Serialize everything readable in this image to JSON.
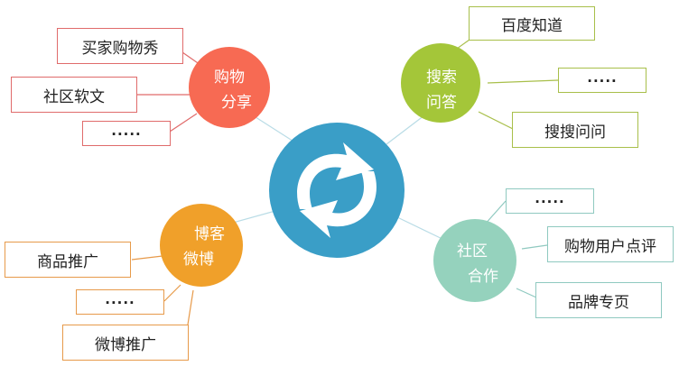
{
  "hub": {
    "icon": "refresh-arrows-icon"
  },
  "branches": {
    "shopping": {
      "line1": "购物",
      "line2": "分享",
      "color": "#f76a53",
      "items": [
        "买家购物秀",
        "社区软文",
        "....."
      ]
    },
    "search": {
      "line1": "搜索",
      "line2": "问答",
      "color": "#a4c639",
      "items": [
        "百度知道",
        ".....",
        "搜搜问问"
      ]
    },
    "blog": {
      "line1": "博客",
      "line2": "微博",
      "color": "#f0a02a",
      "items": [
        "商品推广",
        ".....",
        "微博推广"
      ]
    },
    "community": {
      "line1": "社区",
      "line2": "合作",
      "color": "#95d2bd",
      "items": [
        ".....",
        "购物用户点评",
        "品牌专页"
      ]
    }
  }
}
